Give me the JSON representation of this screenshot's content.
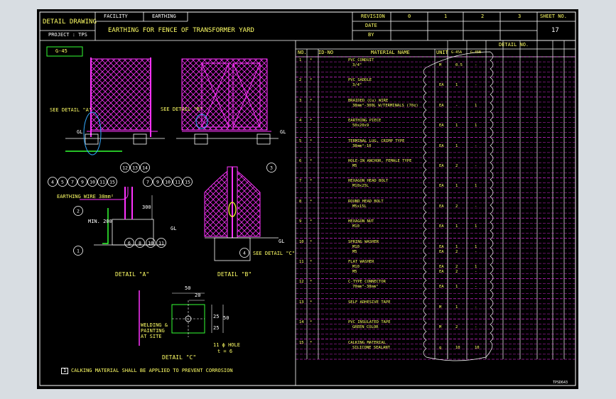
{
  "title_block": {
    "doc_type": "DETAIL DRAWING",
    "project": "PROJECT : TPS",
    "facility_label": "FACILITY",
    "facility_value": "EARTHING",
    "title": "EARTHING FOR FENCE OF TRANSFORMER YARD",
    "revision_label": "REVISION",
    "revisions": [
      "0",
      "1",
      "2",
      "3"
    ],
    "date_label": "DATE",
    "by_label": "BY",
    "sheet_label": "SHEET NO.",
    "sheet_no": "17"
  },
  "drawing": {
    "tag": "G-45",
    "see_detail_a": "SEE DETAIL \"A\"",
    "see_detail_b": "SEE DETAIL \"B\"",
    "see_detail_c": "SEE DETAIL \"C\"",
    "gl": "GL",
    "detail_a": "DETAIL \"A\"",
    "detail_b": "DETAIL \"B\"",
    "detail_c": "DETAIL \"C\"",
    "earthing_wire": "EARTHING WIRE 38mm²",
    "welding": [
      "WELDING &",
      "PAINTING",
      "AT SITE"
    ],
    "hole": "11 ϕ HOLE",
    "t": "t = 6",
    "dims": {
      "d50_top": "50",
      "d20": "20",
      "d25a": "25",
      "d25b": "25",
      "d50_side": "50",
      "d300": "300",
      "min200": "MIN. 200"
    },
    "bubbles_a_top": [
      "12",
      "13",
      "14"
    ],
    "bubbles_a_row": [
      "4",
      "5",
      "7",
      "9",
      "10",
      "11",
      "15"
    ],
    "bubbles_b_row": [
      "7",
      "9",
      "10",
      "11",
      "15"
    ],
    "bubbles_a_mid": [
      "6",
      "8",
      "10",
      "11"
    ],
    "bubble_1": "1",
    "bubble_2": "2",
    "bubble_3": "3",
    "bubble_4": "4",
    "note_number": "1",
    "note": "CALKING MATERIAL SHALL BE APPLIED TO PREVENT CORROSION",
    "ref_code": "TPSD643"
  },
  "material_table": {
    "headers": {
      "no": "NO.",
      "id": "ID-NO",
      "name": "MATERIAL NAME",
      "unit": "UNIT",
      "detail": "DETAIL NO.",
      "g45a": "G-45A",
      "g45b": "G-45B"
    },
    "rows": [
      {
        "no": "1",
        "id": "*",
        "name": "PVC CONDUIT",
        "spec": "3/4\"",
        "units": [
          "M",
          ""
        ],
        "qa": [
          "0.5",
          ""
        ],
        "qb": [
          "-",
          ""
        ]
      },
      {
        "no": "2",
        "id": "*",
        "name": "PVC SADDLE",
        "spec": "3/4\"",
        "units": [
          "EA",
          ""
        ],
        "qa": [
          "1",
          ""
        ],
        "qb": [
          "-",
          ""
        ]
      },
      {
        "no": "3",
        "id": "*",
        "name": "BRAIDED (Cu) WIRE",
        "spec": "38mm²-300L W/TERMINALS (70¢)",
        "units": [
          "EA",
          ""
        ],
        "qa": [
          "-",
          ""
        ],
        "qb": [
          "1",
          ""
        ]
      },
      {
        "no": "4",
        "id": "*",
        "name": "EARTHING PIECE",
        "spec": "50x20x9",
        "units": [
          "EA",
          ""
        ],
        "qa": [
          "1",
          ""
        ],
        "qb": [
          "1",
          ""
        ]
      },
      {
        "no": "5",
        "id": "*",
        "name": "TERMINAL LUG, CRIMP TYPE",
        "spec": "38mm²-10",
        "units": [
          "EA",
          ""
        ],
        "qa": [
          "1",
          ""
        ],
        "qb": [
          "-",
          ""
        ]
      },
      {
        "no": "6",
        "id": "*",
        "name": "HOLE-IN ANCHOR, FEMALE TYPE",
        "spec": "M5",
        "units": [
          "EA",
          ""
        ],
        "qa": [
          "2",
          ""
        ],
        "qb": [
          "-",
          ""
        ]
      },
      {
        "no": "7",
        "id": "*",
        "name": "HEXAGON HEAD BOLT",
        "spec": "M10x25L",
        "units": [
          "EA",
          ""
        ],
        "qa": [
          "1",
          ""
        ],
        "qb": [
          "1",
          ""
        ]
      },
      {
        "no": "8",
        "id": "*",
        "name": "ROUND HEAD BOLT",
        "spec": "M5x15L",
        "units": [
          "EA",
          ""
        ],
        "qa": [
          "2",
          ""
        ],
        "qb": [
          "-",
          ""
        ]
      },
      {
        "no": "9",
        "id": "*",
        "name": "HEXAGON NUT",
        "spec": "M10",
        "units": [
          "EA",
          ""
        ],
        "qa": [
          "1",
          ""
        ],
        "qb": [
          "1",
          ""
        ]
      },
      {
        "no": "10",
        "id": "*",
        "name": "SPRING WASHER",
        "spec": "M10",
        "spec2": "M5",
        "units": [
          "EA",
          "EA"
        ],
        "qa": [
          "1",
          "2"
        ],
        "qb": [
          "1",
          "-"
        ]
      },
      {
        "no": "11",
        "id": "*",
        "name": "FLAT WASHER",
        "spec": "M10",
        "spec2": "M5",
        "units": [
          "EA",
          "EA"
        ],
        "qa": [
          "2",
          "2"
        ],
        "qb": [
          "1",
          "-"
        ]
      },
      {
        "no": "12",
        "id": "*",
        "name": "C-TYPE CONNECTOR",
        "spec": "70mm²-38mm²",
        "units": [
          "EA",
          ""
        ],
        "qa": [
          "1",
          ""
        ],
        "qb": [
          "-",
          ""
        ]
      },
      {
        "no": "13",
        "id": "*",
        "name": "SELF ADHESIVE TAPE",
        "spec": "",
        "units": [
          "M",
          ""
        ],
        "qa": [
          "1",
          ""
        ],
        "qb": [
          "-",
          ""
        ]
      },
      {
        "no": "14",
        "id": "*",
        "name": "PVC INSULATED TAPE",
        "spec": "GREEN COLOR",
        "units": [
          "M",
          ""
        ],
        "qa": [
          "2",
          ""
        ],
        "qb": [
          "-",
          ""
        ]
      },
      {
        "no": "15",
        "id": "*",
        "name": "CALKING MATERIAL",
        "spec": "SILICONE SEALANT",
        "units": [
          "g",
          ""
        ],
        "qa": [
          "10",
          ""
        ],
        "qb": [
          "10",
          ""
        ]
      }
    ]
  }
}
